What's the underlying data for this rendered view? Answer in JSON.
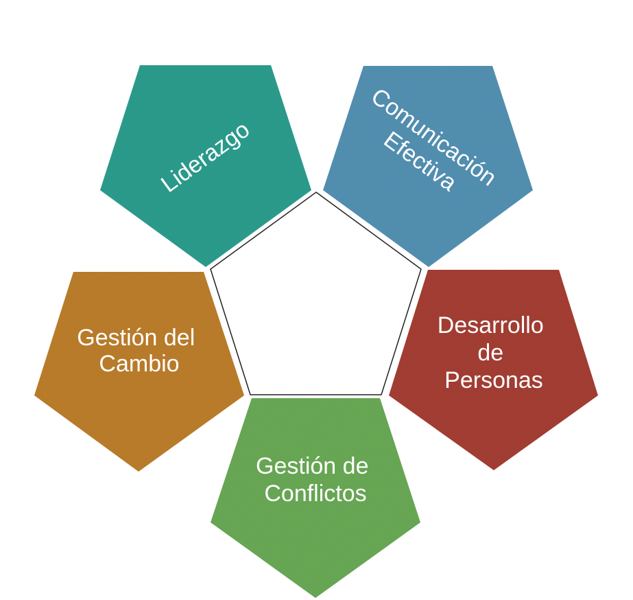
{
  "colors": {
    "leadership": "#2f9e8f",
    "communication": "#5592b3",
    "development": "#a63f35",
    "conflicts": "#6aaa57",
    "change": "#bd7f2f",
    "center_fill": "#ffffff",
    "center_stroke": "#222222",
    "text": "#ffffff"
  },
  "nodes": {
    "leadership": {
      "lines": [
        "Liderazgo"
      ]
    },
    "communication": {
      "lines": [
        "Comunicación",
        "Efectiva"
      ]
    },
    "development": {
      "lines": [
        "Desarrollo",
        "de",
        "Personas"
      ]
    },
    "conflicts": {
      "lines": [
        "Gestión de",
        "Conflictos"
      ]
    },
    "change": {
      "lines": [
        "Gestión del",
        "Cambio"
      ]
    }
  }
}
